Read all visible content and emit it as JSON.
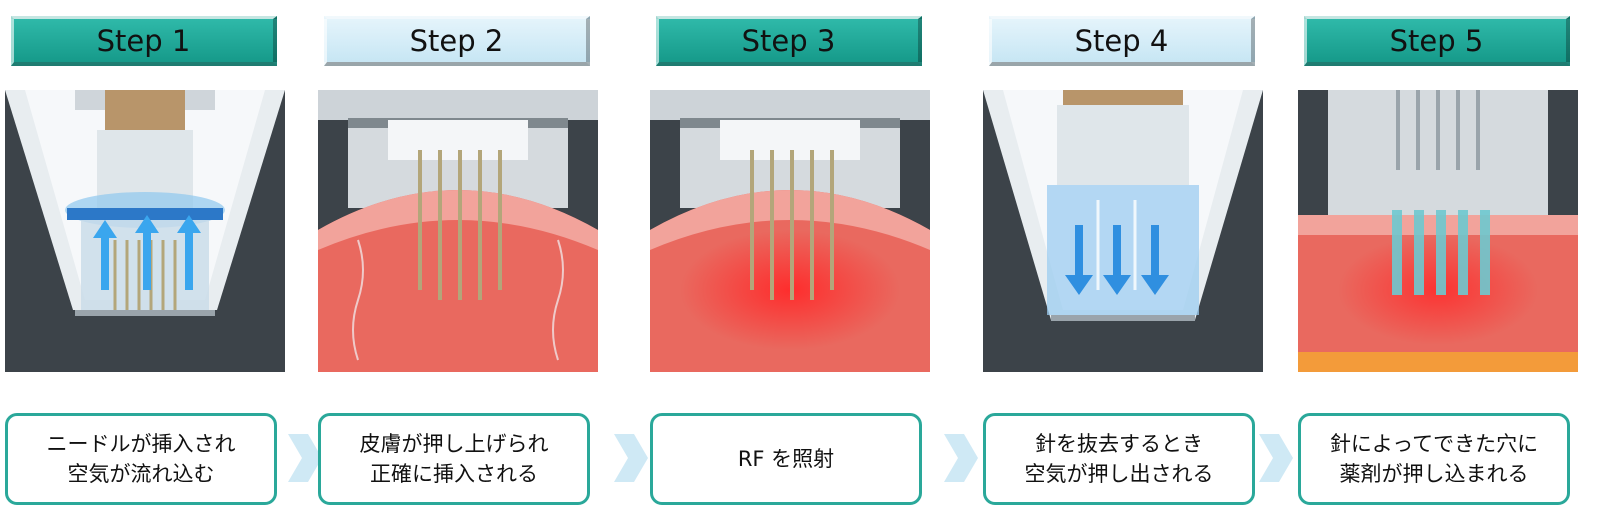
{
  "steps": [
    {
      "label": "Step 1",
      "style": "teal",
      "caption": [
        "ニードルが挿入され",
        "空気が流れ込む"
      ]
    },
    {
      "label": "Step 2",
      "style": "light",
      "caption": [
        "皮膚が押し上げられ",
        "正確に挿入される"
      ]
    },
    {
      "label": "Step 3",
      "style": "teal",
      "caption": [
        "RF を照射"
      ]
    },
    {
      "label": "Step 4",
      "style": "light",
      "caption": [
        "針を抜去するとき",
        "空気が押し出される"
      ]
    },
    {
      "label": "Step 5",
      "style": "teal",
      "caption": [
        "針によってできた穴に",
        "薬剤が押し込まれる"
      ]
    }
  ],
  "colors": {
    "teal": "#1fa595",
    "light_blue": "#d2ecf7",
    "skin": "#e9695f",
    "dark_bg": "#3c4349",
    "caption_border": "#2aa89a",
    "arrow": "#cfe9f5"
  }
}
